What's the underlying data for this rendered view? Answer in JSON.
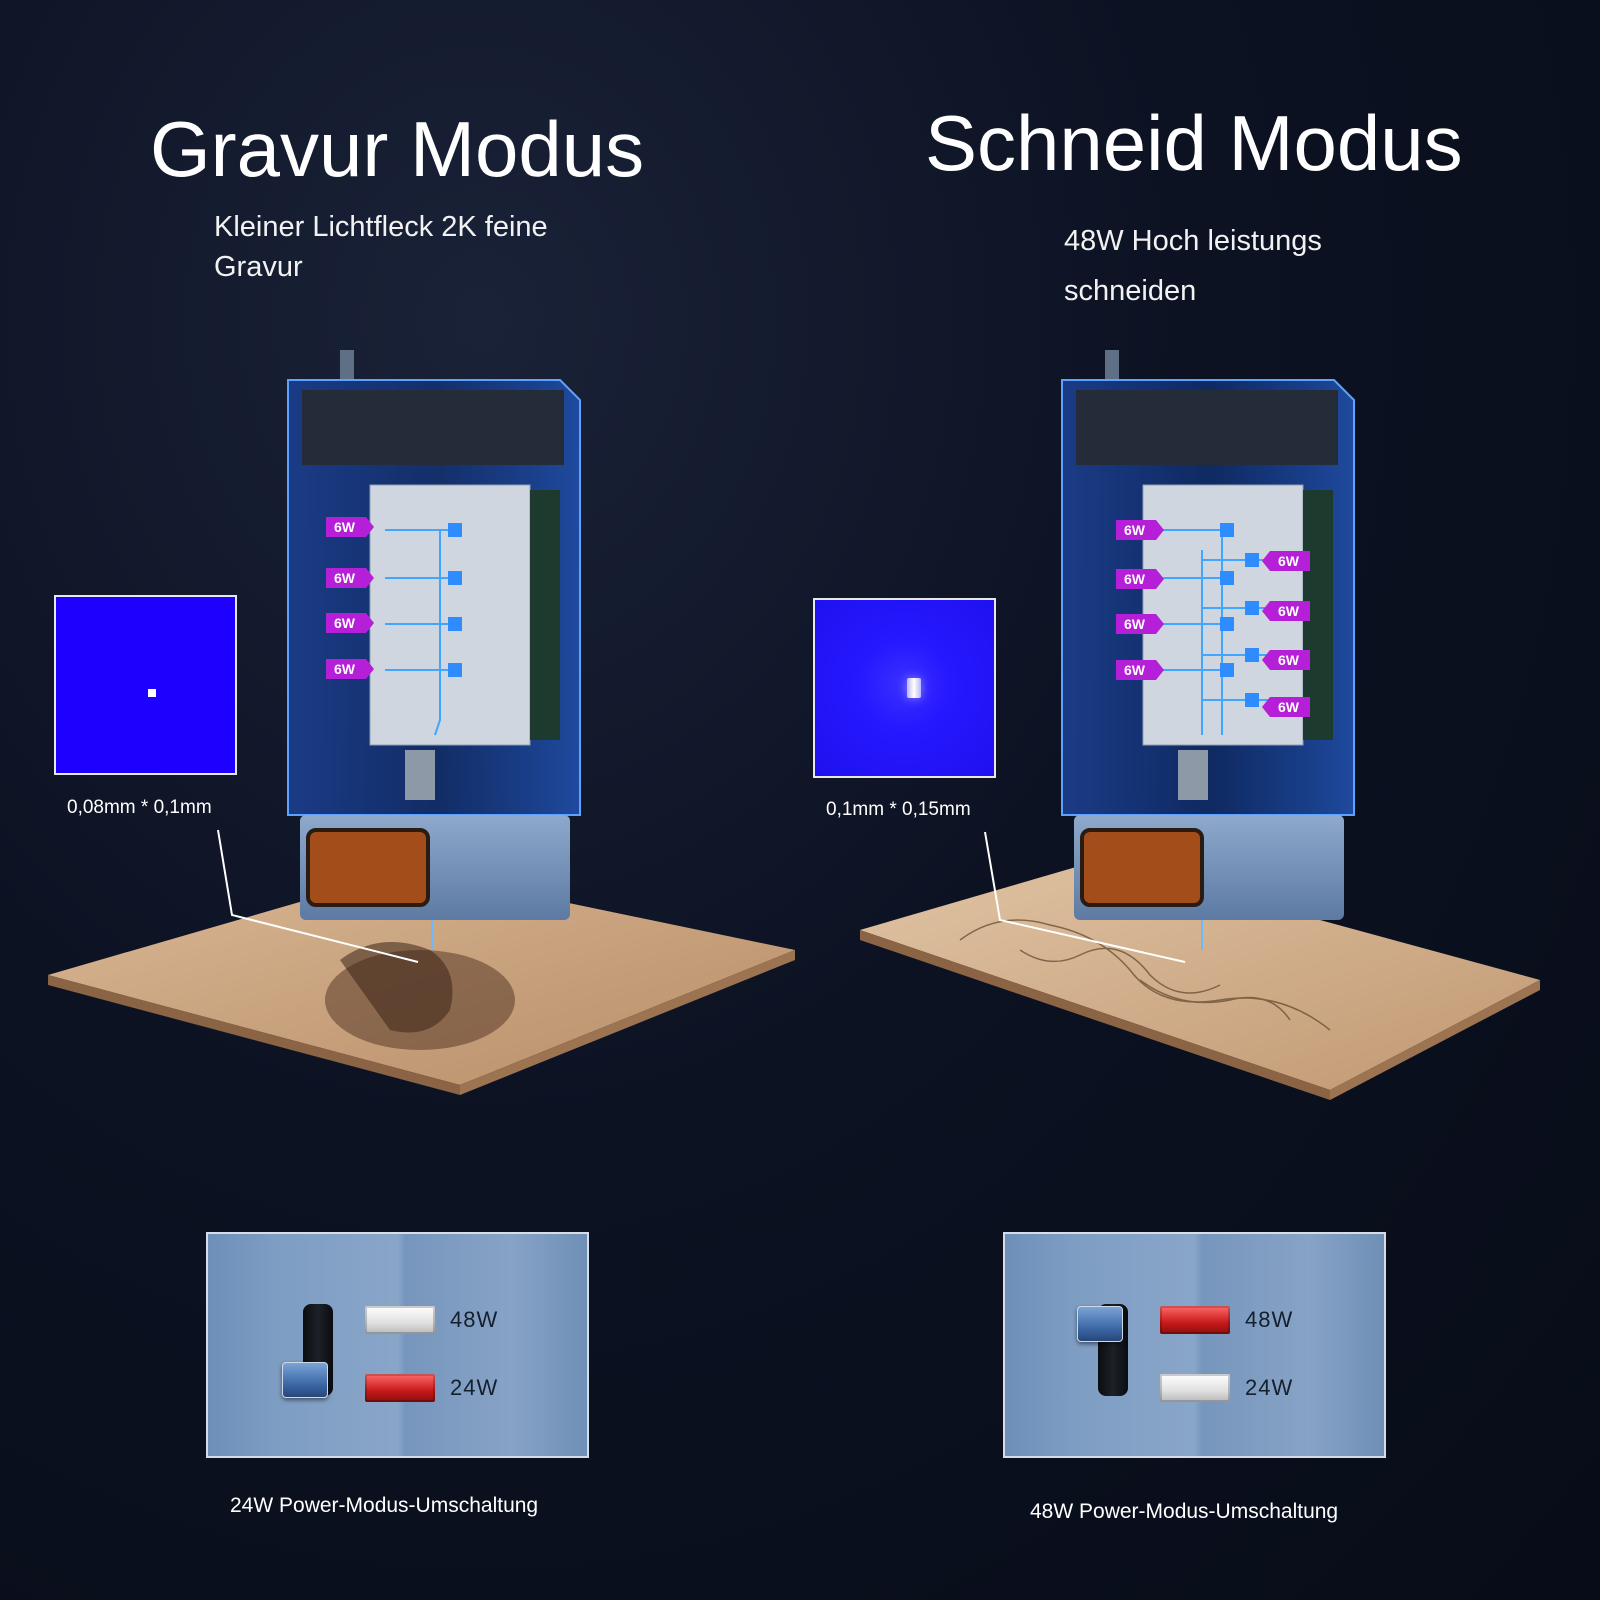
{
  "left": {
    "title": "Gravur Modus",
    "subtitle_lines": [
      "Kleiner Lichtfleck 2K feine",
      "Gravur"
    ],
    "spot_size": "0,08mm * 0,1mm",
    "power_tags": [
      "6W",
      "6W",
      "6W",
      "6W"
    ],
    "switch": {
      "label_high": "48W",
      "label_low": "24W",
      "selected": "24W"
    },
    "caption": "24W Power-Modus-Umschaltung"
  },
  "right": {
    "title": "Schneid Modus",
    "subtitle_lines": [
      "48W Hoch leistungs",
      "schneiden"
    ],
    "spot_size": "0,1mm * 0,15mm",
    "power_tags_left": [
      "6W",
      "6W",
      "6W",
      "6W"
    ],
    "power_tags_right": [
      "6W",
      "6W",
      "6W",
      "6W"
    ],
    "switch": {
      "label_high": "48W",
      "label_low": "24W",
      "selected": "48W"
    },
    "caption": "48W Power-Modus-Umschaltung"
  },
  "colors": {
    "background": "#0c1222",
    "spot_blue": "#1e00ff",
    "tag_magenta": "#b51fd8",
    "laser_blue": "#2f8cff",
    "indicator_red": "#c81a1a",
    "wood": "#c9a47f"
  },
  "icons": [
    "laser-module-illustration",
    "wood-board-illustration",
    "mode-switch-illustration"
  ]
}
